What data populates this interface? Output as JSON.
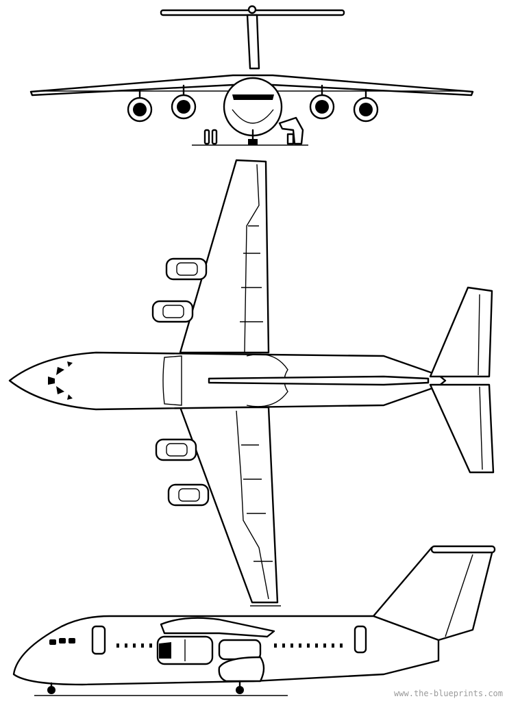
{
  "drawing": {
    "views": [
      "front-view",
      "top-view",
      "side-view"
    ],
    "line_color": "#000000",
    "background_color": "#ffffff"
  },
  "watermark": {
    "text": "www.the-blueprints.com",
    "color": "#9a9a9a"
  }
}
